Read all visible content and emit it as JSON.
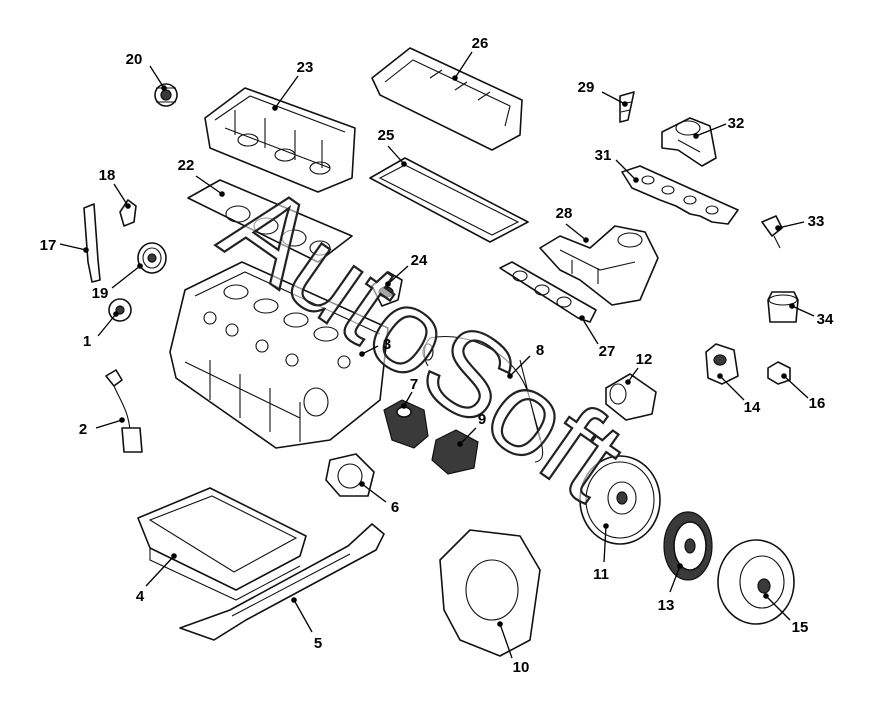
{
  "watermark": "AutoSoft",
  "callouts": [
    {
      "id": "20",
      "label": "20"
    },
    {
      "id": "23",
      "label": "23"
    },
    {
      "id": "26",
      "label": "26"
    },
    {
      "id": "29",
      "label": "29"
    },
    {
      "id": "32",
      "label": "32"
    },
    {
      "id": "25",
      "label": "25"
    },
    {
      "id": "31",
      "label": "31"
    },
    {
      "id": "22",
      "label": "22"
    },
    {
      "id": "18",
      "label": "18"
    },
    {
      "id": "28",
      "label": "28"
    },
    {
      "id": "33",
      "label": "33"
    },
    {
      "id": "17",
      "label": "17"
    },
    {
      "id": "24",
      "label": "24"
    },
    {
      "id": "19",
      "label": "19"
    },
    {
      "id": "34",
      "label": "34"
    },
    {
      "id": "1",
      "label": "1"
    },
    {
      "id": "27",
      "label": "27"
    },
    {
      "id": "3",
      "label": "3"
    },
    {
      "id": "8",
      "label": "8"
    },
    {
      "id": "12",
      "label": "12"
    },
    {
      "id": "7",
      "label": "7"
    },
    {
      "id": "14",
      "label": "14"
    },
    {
      "id": "16",
      "label": "16"
    },
    {
      "id": "2",
      "label": "2"
    },
    {
      "id": "9",
      "label": "9"
    },
    {
      "id": "6",
      "label": "6"
    },
    {
      "id": "11",
      "label": "11"
    },
    {
      "id": "4",
      "label": "4"
    },
    {
      "id": "13",
      "label": "13"
    },
    {
      "id": "5",
      "label": "5"
    },
    {
      "id": "15",
      "label": "15"
    },
    {
      "id": "10",
      "label": "10"
    }
  ]
}
